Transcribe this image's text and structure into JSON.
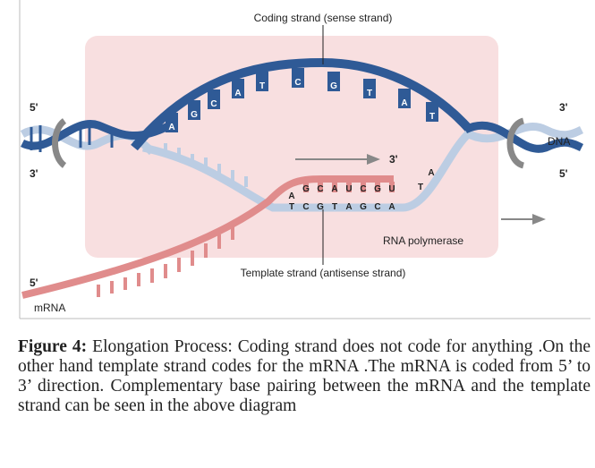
{
  "labels": {
    "coding": "Coding strand (sense strand)",
    "template": "Template strand (antisense strand)",
    "rna_pol": "RNA polymerase",
    "dna": "DNA",
    "mrna": "mRNA",
    "five_left_top": "5'",
    "three_left": "3'",
    "three_right_top": "3'",
    "five_right": "5'",
    "five_mrna": "5'",
    "three_arrow": "3'"
  },
  "coding_bases": [
    "A",
    "G",
    "C",
    "A",
    "T",
    "C",
    "G",
    "T",
    "A",
    "T"
  ],
  "rna_bases": [
    "A",
    "G",
    "C",
    "A",
    "U",
    "C",
    "G",
    "U"
  ],
  "template_bases": [
    "T",
    "C",
    "G",
    "T",
    "A",
    "G",
    "C",
    "A"
  ],
  "unpaired_template": [
    "T",
    "A"
  ],
  "colors": {
    "coding": "#2f5a96",
    "template": "#bccde3",
    "mrna": "#e08c8c",
    "bubble": "#f8dfe0"
  },
  "caption": {
    "label": "Figure 4:",
    "text": " Elongation Process: Coding strand does not code for anything .On the other hand template strand codes for the mRNA .The mRNA is coded from 5’ to 3’ direction. Complementary base pairing between the mRNA and the template strand can be seen in the above diagram"
  }
}
